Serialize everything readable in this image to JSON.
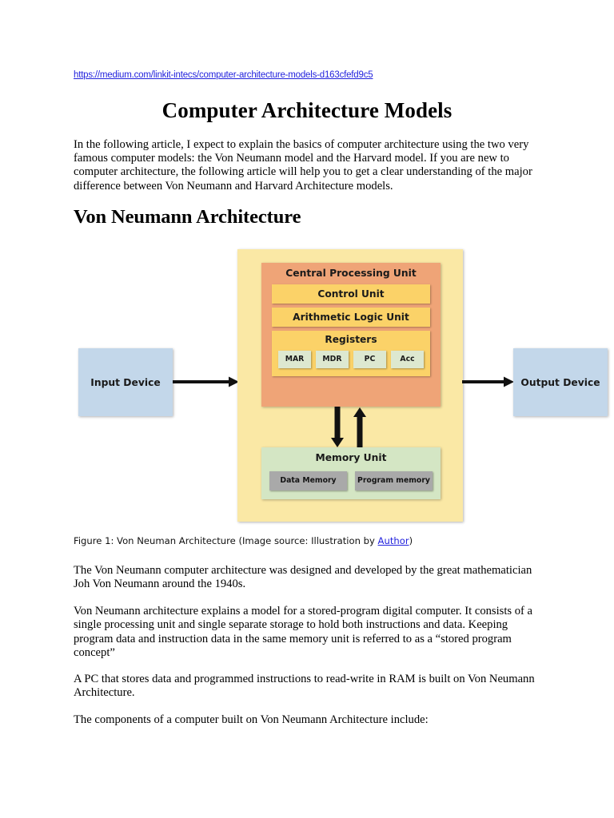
{
  "document": {
    "source_url": "https://medium.com/linkit-intecs/computer-architecture-models-d163cfefd9c5",
    "title": "Computer Architecture Models",
    "intro_paragraph": "In the following article, I expect to explain the basics of computer architecture using the two very famous computer models: the Von Neumann model and the Harvard model. If you are new to computer architecture, the following article will help you to get a clear understanding of the major difference between Von Neumann and Harvard Architecture models.",
    "section_heading": "Von Neumann Architecture",
    "paragraphs": [
      "The Von Neumann computer architecture was designed and developed by the great mathematician Joh Von Neumann around the 1940s.",
      "Von Neumann architecture explains a model for a stored-program digital computer. It consists of a single processing unit and single separate storage to hold both instructions and data. Keeping program data and instruction data in the same memory unit is referred to as a “stored program concept”",
      "A PC that stores data and programmed instructions to read-write in RAM is built on Von Neumann Architecture.",
      "The components of a computer built on Von Neumann Architecture include:"
    ]
  },
  "figure": {
    "caption_prefix": "Figure 1: Von Neuman Architecture (Image source: Illustration by ",
    "caption_link": "Author",
    "caption_suffix": ")",
    "diagram": {
      "input_device": "Input Device",
      "output_device": "Output Device",
      "cpu_title": "Central Processing Unit",
      "control_unit": "Control Unit",
      "alu": "Arithmetic Logic Unit",
      "registers_label": "Registers",
      "registers": [
        "MAR",
        "MDR",
        "PC",
        "Acc"
      ],
      "memory_title": "Memory Unit",
      "memory_cells": [
        "Data Memory",
        "Program memory"
      ]
    },
    "colors": {
      "outer_background": "#fae8a5",
      "cpu_background": "#efa477",
      "cpu_inner_background": "#fbd268",
      "register_background": "#dde8d0",
      "memory_background": "#d4e6c4",
      "memory_cell_background": "#a9a9a9",
      "io_background": "#c3d7ea",
      "arrow_color": "#111111",
      "link_color": "#2222dd"
    }
  }
}
